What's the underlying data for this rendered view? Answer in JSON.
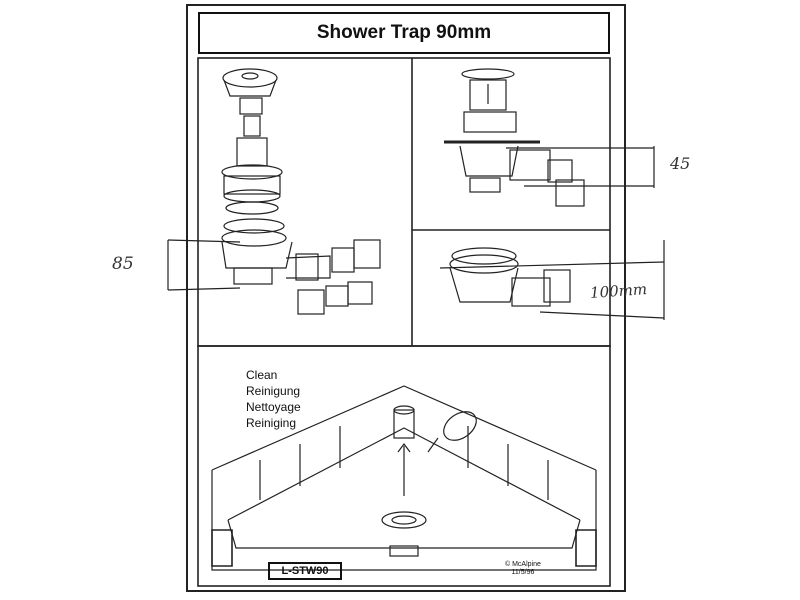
{
  "title": "Shower Trap 90mm",
  "cleaning_labels": [
    "Clean",
    "Reinigung",
    "Nettoyage",
    "Reiniging"
  ],
  "model_code": "L-STW90",
  "copyright": {
    "owner": "© McAlpine",
    "date": "11/5/96"
  },
  "handwritten": {
    "dim_left": "85",
    "dim_right_top": "45",
    "dim_right_mid": "100mm"
  }
}
